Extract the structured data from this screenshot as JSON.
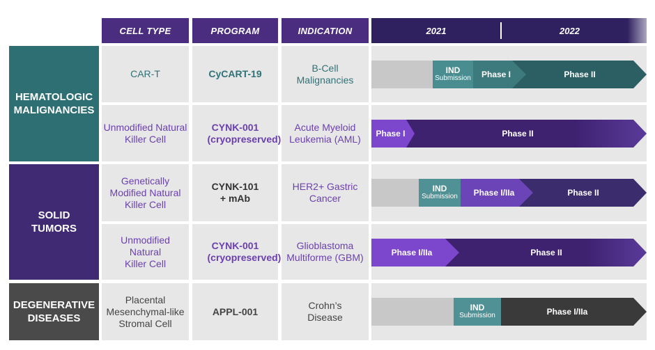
{
  "headers": {
    "cell_type": "CELL TYPE",
    "program": "PROGRAM",
    "indication": "INDICATION",
    "year1": "2021",
    "year2": "2022"
  },
  "categories": [
    {
      "label": "HEMATOLOGIC MALIGNANCIES",
      "color": "#2e6f73"
    },
    {
      "label": "SOLID TUMORS",
      "color": "#3f2a73"
    },
    {
      "label": "DEGENERATIVE DISEASES",
      "color": "#4a4a4a"
    }
  ],
  "rows": [
    {
      "cell_type": "CAR-T",
      "program": "CyCART-19",
      "indication": "B-Cell Malignancies",
      "phases": [
        {
          "label": "IND",
          "sub": "Submission",
          "color": "#4a8d91"
        },
        {
          "label": "Phase I",
          "color": "#3d7a7e"
        },
        {
          "label": "Phase II",
          "color": "#2c5f63"
        }
      ]
    },
    {
      "cell_type": "Unmodified Natural Killer Cell",
      "program": "CYNK-001 (cryopreserved)",
      "indication": "Acute Myeloid Leukemia (AML)",
      "phases": [
        {
          "label": "Phase I",
          "color": "#7c47cc"
        },
        {
          "label": "Phase II",
          "color": "#3e2270"
        }
      ]
    },
    {
      "cell_type": "Genetically Modified Natural Killer Cell",
      "program": "CYNK-101 + mAb",
      "indication": "HER2+ Gastric Cancer",
      "phases": [
        {
          "label": "IND",
          "sub": "Submission",
          "color": "#4f9194"
        },
        {
          "label": "Phase I/IIa",
          "color": "#6b45b8"
        },
        {
          "label": "Phase II",
          "color": "#3b2c6e"
        }
      ]
    },
    {
      "cell_type": "Unmodified Natural Killer Cell",
      "program": "CYNK-001 (cryopreserved)",
      "indication": "Glioblastoma Multiforme (GBM)",
      "phases": [
        {
          "label": "Phase I/IIa",
          "color": "#7c47cc"
        },
        {
          "label": "Phase II",
          "color": "#3e2270"
        }
      ]
    },
    {
      "cell_type": "Placental Mesenchymal-like Stromal Cell",
      "program": "APPL-001",
      "indication": "Crohn’s Disease",
      "phases": [
        {
          "label": "IND",
          "sub": "Submission",
          "color": "#4f9194"
        },
        {
          "label": "Phase I/IIa",
          "color": "#3a3a3a"
        }
      ]
    }
  ]
}
